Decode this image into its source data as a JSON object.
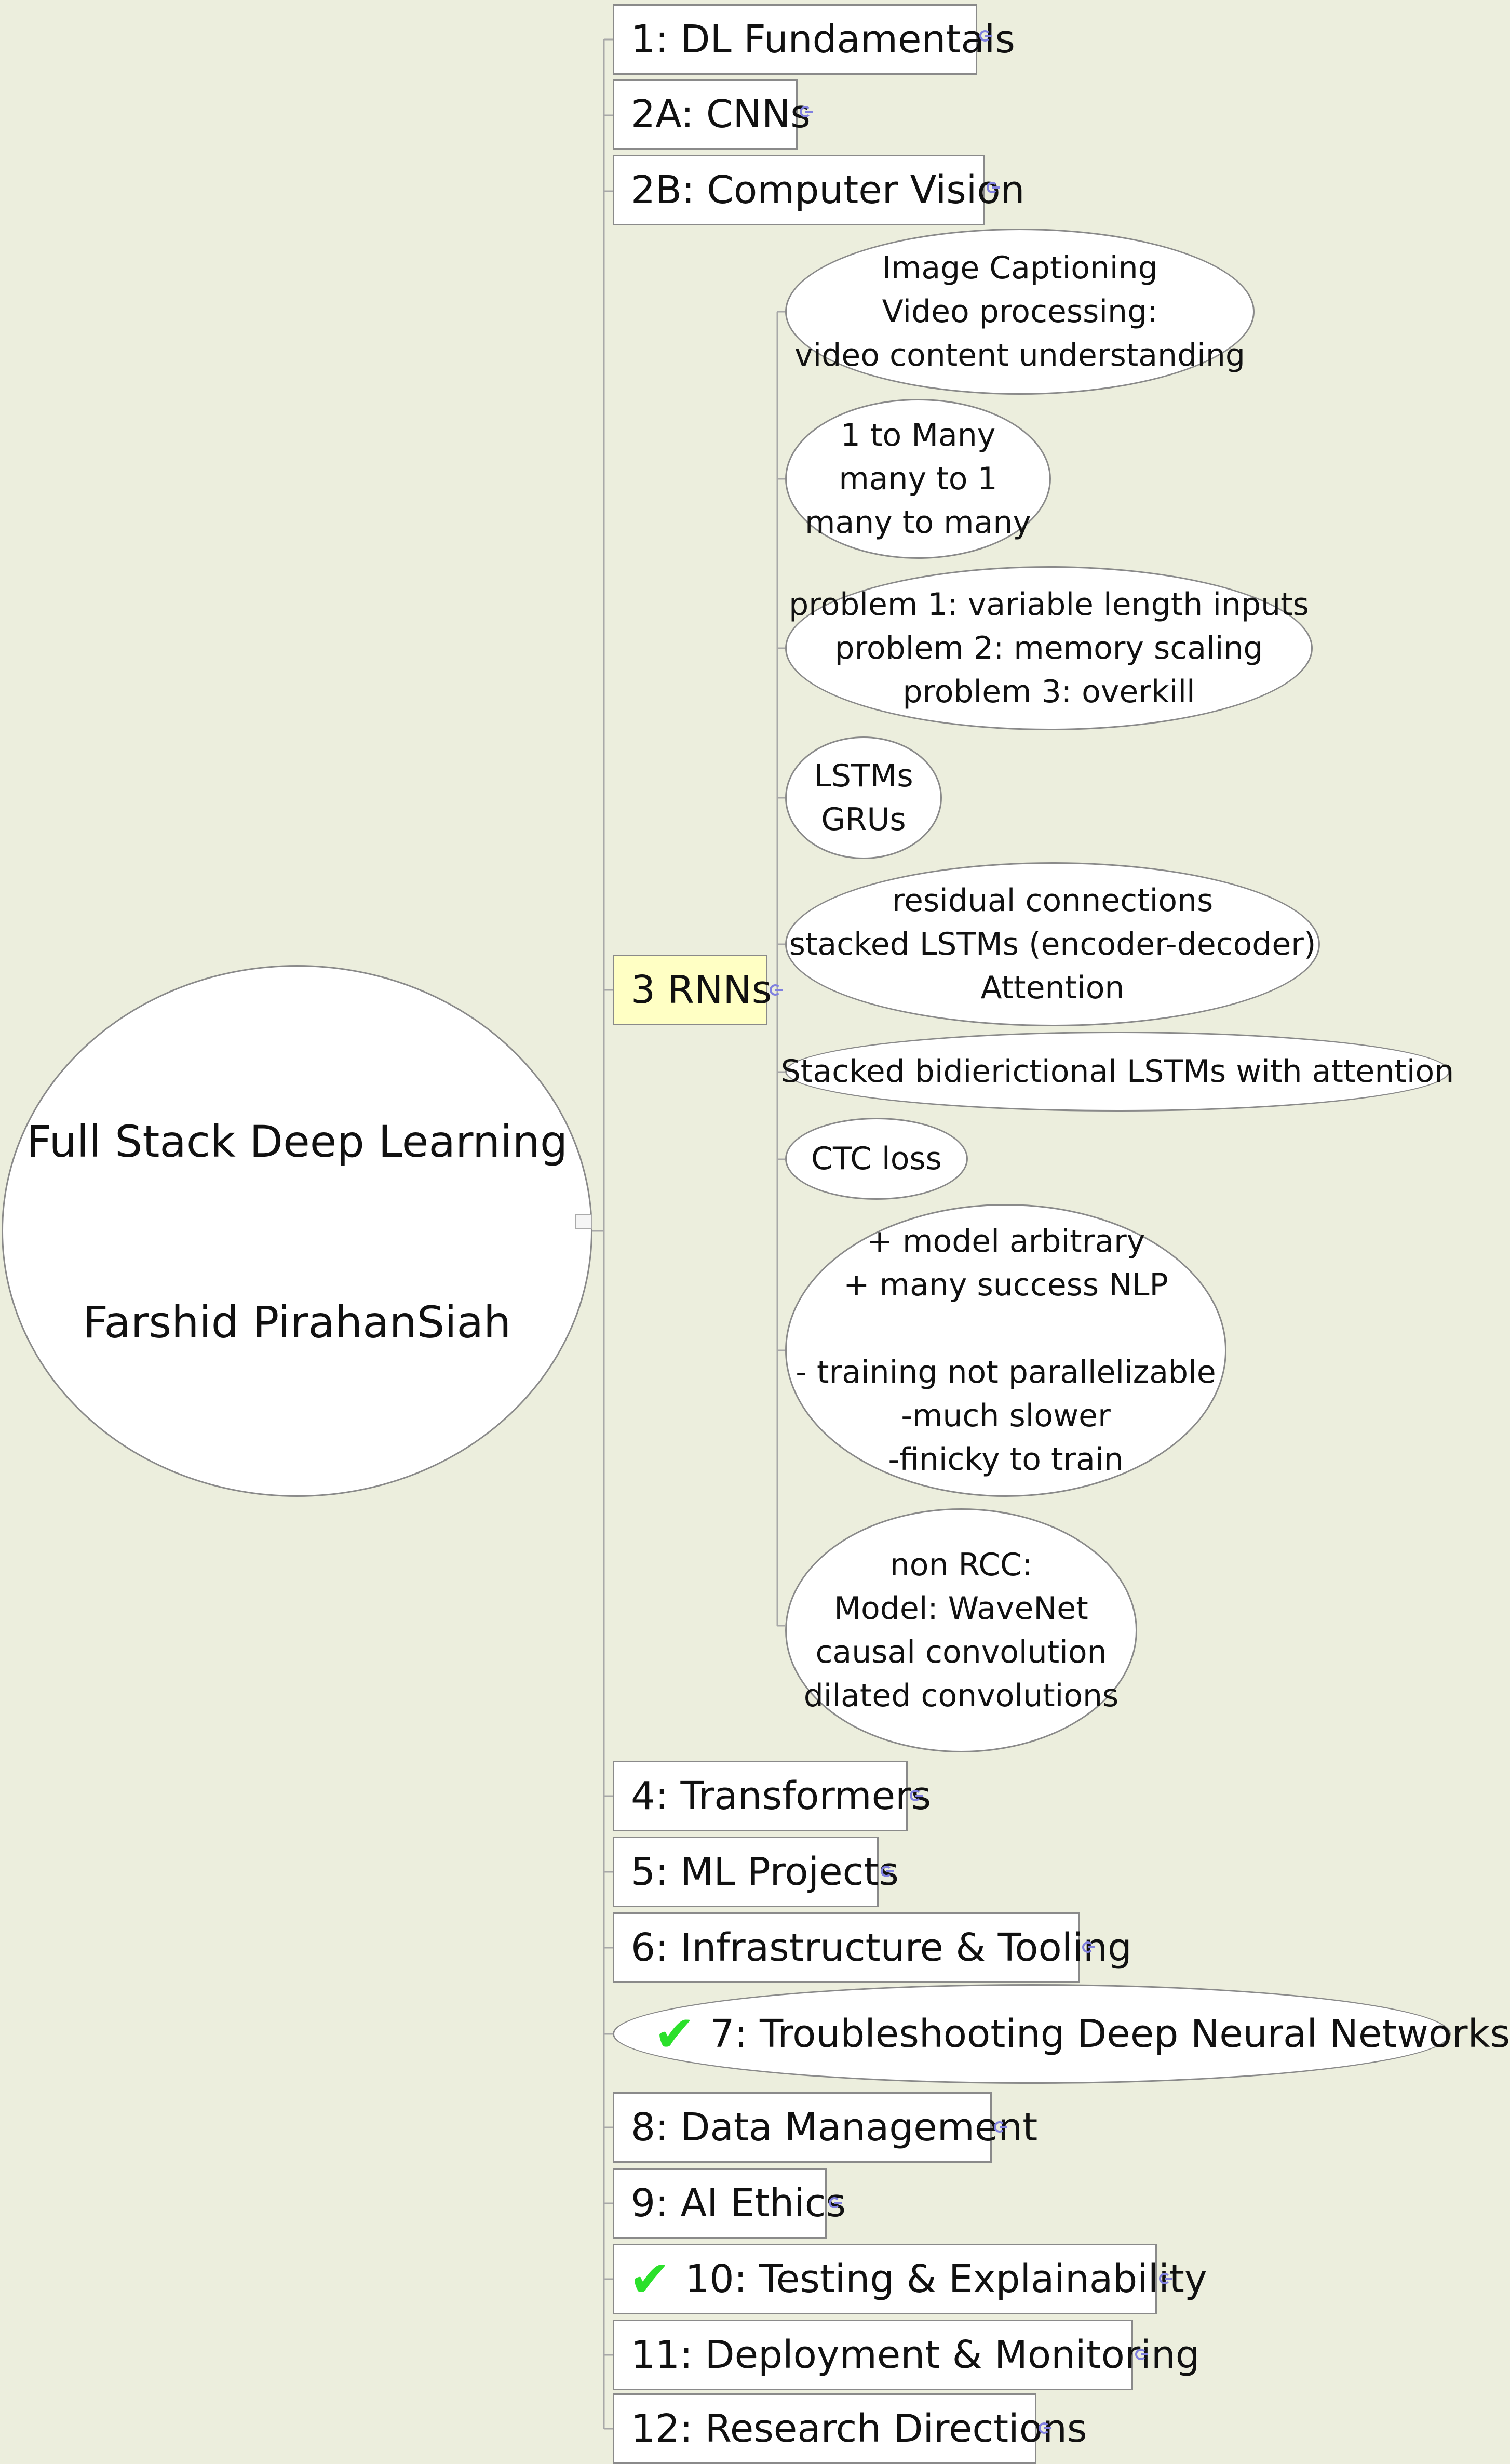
{
  "root": {
    "title": "Full Stack Deep Learning",
    "author": "Farshid PirahanSiah"
  },
  "topics": [
    {
      "label": "1: DL Fundamentals",
      "checked": false,
      "collapsed": true
    },
    {
      "label": "2A: CNNs",
      "checked": false,
      "collapsed": true
    },
    {
      "label": "2B: Computer Vision",
      "checked": false,
      "collapsed": true
    },
    {
      "label": "3 RNNs",
      "checked": false,
      "selected": true,
      "expanded": true
    },
    {
      "label": "4: Transformers",
      "checked": false,
      "collapsed": true
    },
    {
      "label": "5: ML Projects",
      "checked": false,
      "collapsed": true
    },
    {
      "label": "6: Infrastructure & Tooling",
      "checked": false,
      "collapsed": true
    },
    {
      "label": "7: Troubleshooting Deep Neural Networks",
      "checked": true,
      "shape": "oval"
    },
    {
      "label": "8: Data Management",
      "checked": false,
      "collapsed": true
    },
    {
      "label": "9: AI Ethics",
      "checked": false,
      "collapsed": true
    },
    {
      "label": "10: Testing & Explainability",
      "checked": true,
      "collapsed": true
    },
    {
      "label": "11: Deployment & Monitoring",
      "checked": false,
      "collapsed": true
    },
    {
      "label": "12: Research Directions",
      "checked": false,
      "collapsed": true
    }
  ],
  "rnn_subtopics": [
    {
      "lines": [
        "Image Captioning",
        "Video processing:",
        "video content understanding"
      ]
    },
    {
      "lines": [
        "1 to Many",
        "many to 1",
        "many to many"
      ]
    },
    {
      "lines": [
        "problem 1: variable length inputs",
        "problem 2: memory scaling",
        "problem 3: overkill"
      ]
    },
    {
      "lines": [
        "LSTMs",
        "GRUs"
      ]
    },
    {
      "lines": [
        "residual connections",
        "stacked LSTMs (encoder-decoder)",
        "Attention"
      ]
    },
    {
      "lines": [
        "Stacked bidierictional LSTMs with attention"
      ]
    },
    {
      "lines": [
        "CTC loss"
      ]
    },
    {
      "lines": [
        "+ model arbitrary",
        "+ many success NLP",
        "",
        "- training not parallelizable",
        "-much slower",
        "-finicky to train"
      ]
    },
    {
      "lines": [
        "non RCC:",
        "Model: WaveNet",
        "causal convolution",
        "dilated convolutions"
      ]
    }
  ],
  "colors": {
    "background": "#eceedd",
    "selected_topic": "#ffffc4",
    "checkmark": "#2be02b",
    "collapse_marker": "#8080e0",
    "connector": "#a0a0a0"
  }
}
